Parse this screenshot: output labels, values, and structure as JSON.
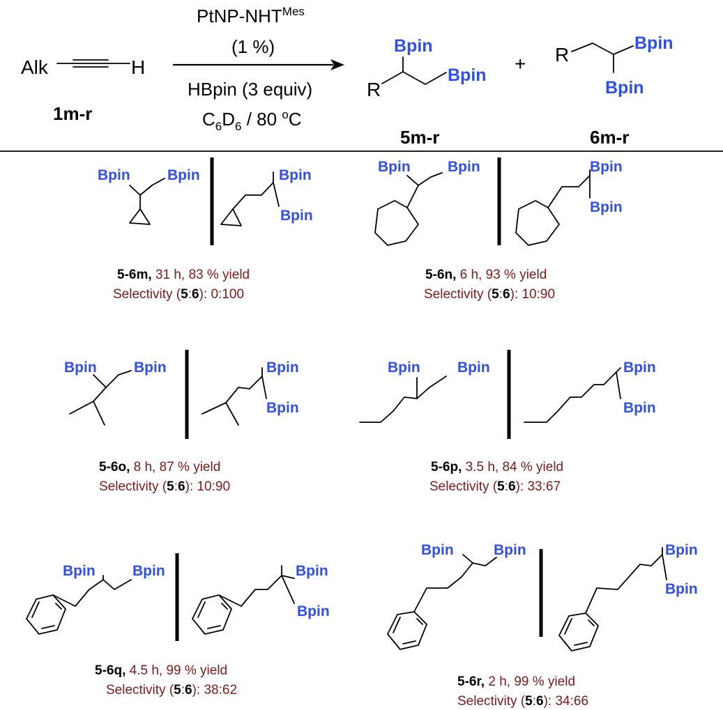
{
  "colors": {
    "boryl": "#2f4fe6",
    "caption": "#7b1a1a",
    "ink": "#000000"
  },
  "reaction": {
    "reactant_alk": "Alk",
    "reactant_h": "H",
    "reactant_label": "1m-r",
    "catalyst_main": "PtNP-NHT",
    "catalyst_sup": "Mes",
    "loading": "(1 %)",
    "reagent": "HBpin (3 equiv)",
    "solvent_c": "C",
    "solvent_sub1": "6",
    "solvent_d": "D",
    "solvent_sub2": "6",
    "solvent_rest": " / 80 ",
    "temp_sup": "o",
    "temp_unit": "C",
    "plus": "+",
    "product5_r": "R",
    "product5_bpin_top": "Bpin",
    "product5_bpin_right": "Bpin",
    "product5_label": "5m-r",
    "product6_r": "R",
    "product6_bpin_right": "Bpin",
    "product6_bpin_bottom": "Bpin",
    "product6_label": "6m-r"
  },
  "entries": [
    {
      "id": "m",
      "compound": "5-6m,",
      "conditions": " 31 h, 83 % yield",
      "sel_prefix": "Selectivity (",
      "sel_5": "5",
      "sel_colon": ":",
      "sel_6": "6",
      "sel_suffix": "): 0:100",
      "bpin": [
        "Bpin",
        "Bpin",
        "Bpin",
        "Bpin"
      ]
    },
    {
      "id": "n",
      "compound": "5-6n,",
      "conditions": " 6 h, 93 % yield",
      "sel_prefix": "Selectivity (",
      "sel_5": "5",
      "sel_colon": ":",
      "sel_6": "6",
      "sel_suffix": "): 10:90",
      "bpin": [
        "Bpin",
        "Bpin",
        "Bpin",
        "Bpin"
      ]
    },
    {
      "id": "o",
      "compound": "5-6o,",
      "conditions": " 8 h, 87 % yield",
      "sel_prefix": "Selectivity (",
      "sel_5": "5",
      "sel_colon": ":",
      "sel_6": "6",
      "sel_suffix": "): 10:90",
      "bpin": [
        "Bpin",
        "Bpin",
        "Bpin",
        "Bpin"
      ]
    },
    {
      "id": "p",
      "compound": "5-6p,",
      "conditions": " 3.5 h, 84 % yield",
      "sel_prefix": "Selectivity (",
      "sel_5": "5",
      "sel_colon": ":",
      "sel_6": "6",
      "sel_suffix": "): 33:67",
      "bpin": [
        "Bpin",
        "Bpin",
        "Bpin",
        "Bpin"
      ]
    },
    {
      "id": "q",
      "compound": "5-6q,",
      "conditions": " 4.5 h, 99 % yield",
      "sel_prefix": "Selectivity (",
      "sel_5": "5",
      "sel_colon": ":",
      "sel_6": "6",
      "sel_suffix": "): 38:62",
      "bpin": [
        "Bpin",
        "Bpin",
        "Bpin",
        "Bpin"
      ]
    },
    {
      "id": "r",
      "compound": "5-6r,",
      "conditions": " 2 h, 99 % yield",
      "sel_prefix": "Selectivity (",
      "sel_5": "5",
      "sel_colon": ":",
      "sel_6": "6",
      "sel_suffix": "): 34:66",
      "bpin": [
        "Bpin",
        "Bpin",
        "Bpin",
        "Bpin"
      ]
    }
  ]
}
